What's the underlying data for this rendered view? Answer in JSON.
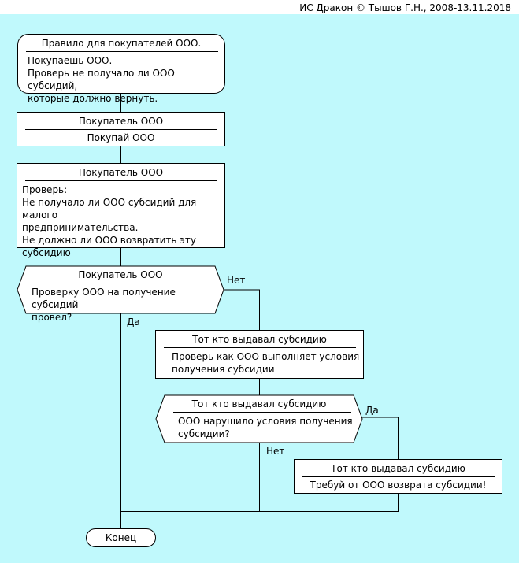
{
  "copyright": "ИС Дракон © Тышов Г.Н., 2008-13.11.2018",
  "title_block": {
    "title": "Правило для покупателей ООО.",
    "line1": "Покупаешь ООО.",
    "line2": "Проверь не получало ли ООО субсидий,",
    "line3": "которые должно вернуть."
  },
  "action1": {
    "role": "Покупатель ООО",
    "text": "Покупай ООО"
  },
  "action2": {
    "role": "Покупатель ООО",
    "line1": "Проверь:",
    "line2": "Не получало ли ООО субсидий для малого",
    "line3": "предпринимательства.",
    "line4": "Не должно ли ООО возвратить эту",
    "line5": "субсидию"
  },
  "question1": {
    "role": "Покупатель ООО",
    "line1": "Проверку ООО на получение субсидий",
    "line2": "провёл?",
    "yes": "Да",
    "no": "Нет"
  },
  "action3": {
    "role": "Тот кто выдавал субсидию",
    "line1": "Проверь как ООО выполняет условия",
    "line2": "получения субсидии"
  },
  "question2": {
    "role": "Тот кто выдавал субсидию",
    "line1": "ООО нарушило условия получения",
    "line2": "субсидии?",
    "yes": "Да",
    "no": "Нет"
  },
  "action4": {
    "role": "Тот кто выдавал субсидию",
    "text": "Требуй от ООО возврата субсидии!"
  },
  "end": "Конец"
}
